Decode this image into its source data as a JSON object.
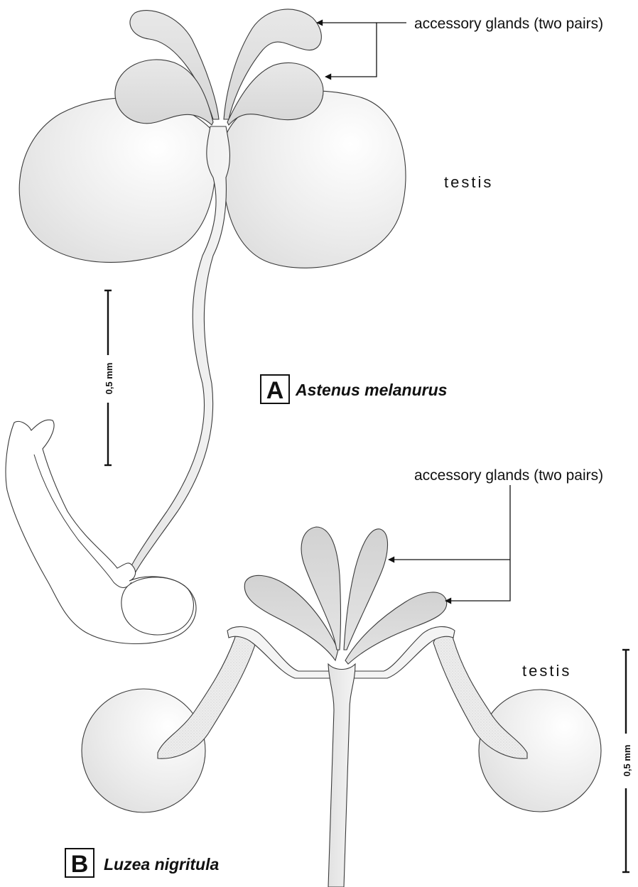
{
  "figure_a": {
    "panel_letter": "A",
    "species_name": "Astenus melanurus",
    "accessory_label": "accessory glands (two pairs)",
    "testis_label": "testis",
    "scale_label": "0,5 mm"
  },
  "figure_b": {
    "panel_letter": "B",
    "species_name": "Luzea nigritula",
    "accessory_label": "accessory glands (two pairs)",
    "testis_label": "testis",
    "scale_label": "0,5 mm"
  }
}
